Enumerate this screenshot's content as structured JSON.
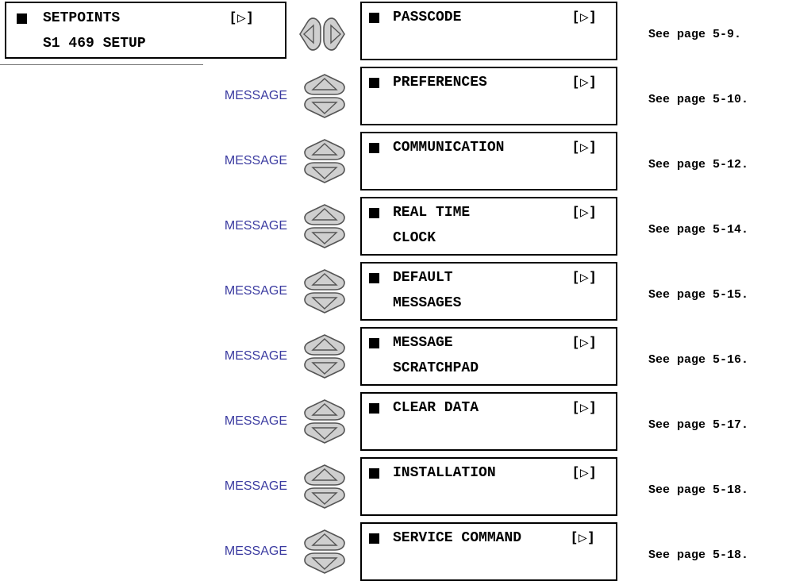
{
  "root": {
    "line1": "SETPOINTS",
    "line2": "S1 469 SETUP",
    "arrow": "[▷]"
  },
  "message_label": "MESSAGE",
  "items": [
    {
      "line1": "PASSCODE",
      "line2": "",
      "arrow": "[▷]",
      "see": "See page 5-9."
    },
    {
      "line1": "PREFERENCES",
      "line2": "",
      "arrow": "[▷]",
      "see": "See page 5-10."
    },
    {
      "line1": "COMMUNICATION",
      "line2": "",
      "arrow": "[▷]",
      "see": "See page 5-12."
    },
    {
      "line1": "REAL TIME",
      "line2": "CLOCK",
      "arrow": "[▷]",
      "see": "See page 5-14."
    },
    {
      "line1": "DEFAULT",
      "line2": "MESSAGES",
      "arrow": "[▷]",
      "see": "See page 5-15."
    },
    {
      "line1": "MESSAGE",
      "line2": "SCRATCHPAD",
      "arrow": "[▷]",
      "see": "See page 5-16."
    },
    {
      "line1": "CLEAR DATA",
      "line2": "",
      "arrow": "[▷]",
      "see": "See page 5-17."
    },
    {
      "line1": "INSTALLATION",
      "line2": "",
      "arrow": "[▷]",
      "see": "See page 5-18."
    },
    {
      "line1": "SERVICE COMMAND",
      "line2": "",
      "arrow": "[▷]",
      "see": "See page 5-18."
    }
  ],
  "colors": {
    "key_fill": "#cfcfcf",
    "key_stroke": "#555555",
    "message_text": "#3a3aa0"
  },
  "icons": {
    "left_right_keys": "left-right-arrow-keys-icon",
    "up_down_keys": "up-down-arrow-keys-icon"
  }
}
